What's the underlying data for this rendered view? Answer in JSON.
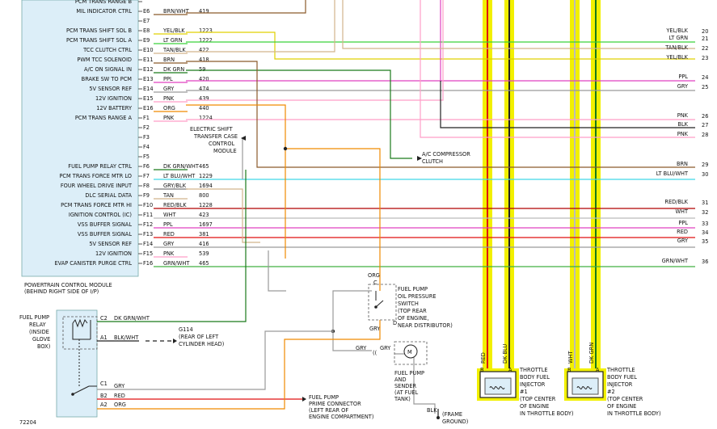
{
  "diagram_id": "72204",
  "pcm": {
    "title_line1": "POWERTRAIN CONTROL MODULE",
    "title_line2": "(BEHIND RIGHT SIDE OF I/P)",
    "rows": [
      {
        "label": "PCM TRANS RANGE B",
        "pin": "",
        "wire": "",
        "circuit": ""
      },
      {
        "label": "MIL INDICATOR CTRL",
        "pin": "E6",
        "wire": "BRN/WHT",
        "circuit": "419"
      },
      {
        "label": "",
        "pin": "E7",
        "wire": "",
        "circuit": ""
      },
      {
        "label": "PCM TRANS SHIFT SOL B",
        "pin": "E8",
        "wire": "YEL/BLK",
        "circuit": "1223"
      },
      {
        "label": "PCM TRANS SHIFT SOL A",
        "pin": "E9",
        "wire": "LT GRN",
        "circuit": "1222"
      },
      {
        "label": "TCC CLUTCH CTRL",
        "pin": "E10",
        "wire": "TAN/BLK",
        "circuit": "422"
      },
      {
        "label": "PWM TCC SOLENOID",
        "pin": "E11",
        "wire": "BRN",
        "circuit": "418"
      },
      {
        "label": "A/C ON SIGNAL IN",
        "pin": "E12",
        "wire": "DK GRN",
        "circuit": "59"
      },
      {
        "label": "BRAKE SW TO PCM",
        "pin": "E13",
        "wire": "PPL",
        "circuit": "420"
      },
      {
        "label": "5V SENSOR REF",
        "pin": "E14",
        "wire": "GRY",
        "circuit": "474"
      },
      {
        "label": "12V IGNITION",
        "pin": "E15",
        "wire": "PNK",
        "circuit": "439"
      },
      {
        "label": "12V BATTERY",
        "pin": "E16",
        "wire": "ORG",
        "circuit": "440"
      },
      {
        "label": "PCM TRANS RANGE A",
        "pin": "F1",
        "wire": "PNK",
        "circuit": "1224"
      },
      {
        "label": "",
        "pin": "F2",
        "wire": "",
        "circuit": ""
      },
      {
        "label": "",
        "pin": "F3",
        "wire": "",
        "circuit": ""
      },
      {
        "label": "",
        "pin": "F4",
        "wire": "",
        "circuit": ""
      },
      {
        "label": "",
        "pin": "F5",
        "wire": "",
        "circuit": ""
      },
      {
        "label": "FUEL PUMP RELAY CTRL",
        "pin": "F6",
        "wire": "DK GRN/WHT",
        "circuit": "465"
      },
      {
        "label": "PCM TRANS FORCE MTR LO",
        "pin": "F7",
        "wire": "LT BLU/WHT",
        "circuit": "1229"
      },
      {
        "label": "FOUR WHEEL DRIVE INPUT",
        "pin": "F8",
        "wire": "GRY/BLK",
        "circuit": "1694"
      },
      {
        "label": "DLC SERIAL DATA",
        "pin": "F9",
        "wire": "TAN",
        "circuit": "800"
      },
      {
        "label": "PCM TRANS FORCE MTR HI",
        "pin": "F10",
        "wire": "RED/BLK",
        "circuit": "1228"
      },
      {
        "label": "IGNITION CONTROL (IC)",
        "pin": "F11",
        "wire": "WHT",
        "circuit": "423"
      },
      {
        "label": "VSS BUFFER SIGNAL",
        "pin": "F12",
        "wire": "PPL",
        "circuit": "1697"
      },
      {
        "label": "VSS BUFFER SIGNAL",
        "pin": "F13",
        "wire": "RED",
        "circuit": "381"
      },
      {
        "label": "5V SENSOR REF",
        "pin": "F14",
        "wire": "GRY",
        "circuit": "416"
      },
      {
        "label": "12V IGNITION",
        "pin": "F15",
        "wire": "PNK",
        "circuit": "539"
      },
      {
        "label": "EVAP CANISTER PURGE CTRL",
        "pin": "F16",
        "wire": "GRN/WHT",
        "circuit": "465"
      }
    ]
  },
  "right_wires": [
    {
      "label": "YEL/BLK",
      "num": "20"
    },
    {
      "label": "LT GRN",
      "num": "21"
    },
    {
      "label": "TAN/BLK",
      "num": "22"
    },
    {
      "label": "YEL/BLK",
      "num": "23"
    },
    {
      "label": "PPL",
      "num": "24"
    },
    {
      "label": "GRY",
      "num": "25"
    },
    {
      "label": "PNK",
      "num": "26"
    },
    {
      "label": "BLK",
      "num": "27"
    },
    {
      "label": "PNK",
      "num": "28"
    },
    {
      "label": "BRN",
      "num": "29"
    },
    {
      "label": "LT BLU/WHT",
      "num": "30"
    },
    {
      "label": "RED/BLK",
      "num": "31"
    },
    {
      "label": "WHT",
      "num": "32"
    },
    {
      "label": "PPL",
      "num": "33"
    },
    {
      "label": "RED",
      "num": "34"
    },
    {
      "label": "GRY",
      "num": "35"
    },
    {
      "label": "GRN/WHT",
      "num": "36"
    }
  ],
  "electric_shift": {
    "l1": "ELECTRIC SHIFT",
    "l2": "TRANSFER CASE",
    "l3": "CONTROL",
    "l4": "MODULE"
  },
  "ac_clutch": {
    "l1": "A/C COMPRESSOR",
    "l2": "CLUTCH"
  },
  "oil_switch": {
    "org": "ORG",
    "c": "C",
    "d": "D",
    "gry": "GRY",
    "l1": "FUEL PUMP",
    "l2": "OIL PRESSURE",
    "l3": "SWITCH",
    "l4": "(TOP REAR",
    "l5": "OF ENGINE,",
    "l6": "NEAR DISTRIBUTOR)"
  },
  "relay": {
    "l1": "FUEL PUMP",
    "l2": "RELAY",
    "l3": "(INSIDE",
    "l4": "GLOVE",
    "l5": "BOX)",
    "c2": "C2",
    "c2_wire": "DK GRN/WHT",
    "a1": "A1",
    "a1_wire": "BLK/WHT",
    "c1": "C1",
    "c1_wire": "GRY",
    "b2": "B2",
    "b2_wire": "RED",
    "a2": "A2",
    "a2_wire": "ORG"
  },
  "ground": {
    "id": "G114",
    "l1": "(REAR OF LEFT",
    "l2": "CYLINDER HEAD)"
  },
  "fuel_pump": {
    "gry_left": "GRY",
    "gry_right": "GRY",
    "l1": "FUEL PUMP",
    "l2": "AND",
    "l3": "SENDER",
    "l4": "(AT FUEL",
    "l5": "TANK)",
    "blk": "BLK",
    "gnd1": "(FRAME",
    "gnd2": "GROUND)"
  },
  "prime": {
    "l1": "FUEL PUMP",
    "l2": "PRIME CONNECTOR",
    "l3": "(LEFT REAR OF",
    "l4": "ENGINE COMPARTMENT)"
  },
  "injector1": {
    "wire_a": "RED",
    "wire_b": "DK BLU",
    "b": "B",
    "a": "A",
    "l1": "THROTTLE",
    "l2": "BODY FUEL",
    "l3": "INJECTOR",
    "l4": "#1",
    "l5": "(TOP CENTER",
    "l6": "OF ENGINE",
    "l7": "IN THROTTLE BODY)"
  },
  "injector2": {
    "wire_a": "WHT",
    "wire_b": "DK GRN",
    "b": "B",
    "a": "A",
    "l1": "THROTTLE",
    "l2": "BODY FUEL",
    "l3": "INJECTOR",
    "l4": "#2",
    "l5": "(TOP CENTER",
    "l6": "OF ENGINE",
    "l7": "IN THROTTLE BODY)"
  },
  "colors": {
    "brn": "#8b5a2b",
    "yel": "#e0d000",
    "ltgrn": "#3ad23a",
    "tan": "#d2b48c",
    "dkgrn": "#1a7a1a",
    "ppl": "#e040c0",
    "gry": "#9a9a9a",
    "pnk": "#ff9ec8",
    "org": "#f08a00",
    "ltblu": "#40d8e8",
    "red": "#e01010",
    "wht": "#bbbbbb",
    "blk": "#222222",
    "grnwht": "#40b040",
    "highlight": "#f2f000"
  }
}
